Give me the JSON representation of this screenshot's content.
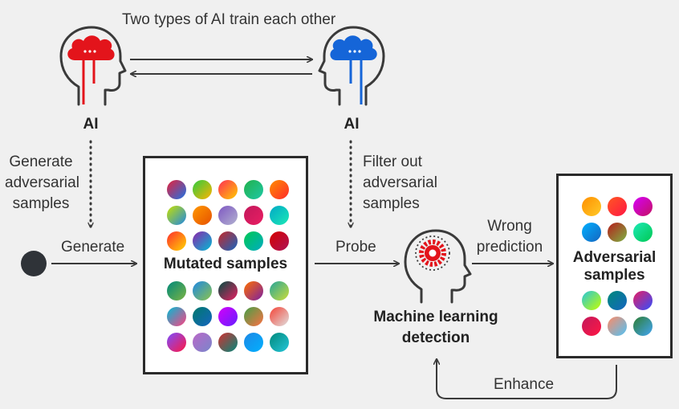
{
  "title": "Two types of AI train each other",
  "ai_left": {
    "label": "AI",
    "brain_color": "#e3141b"
  },
  "ai_right": {
    "label": "AI",
    "brain_color": "#1565d8"
  },
  "generate_adversarial": [
    "Generate",
    "adversarial",
    "samples"
  ],
  "filter_out": [
    "Filter out",
    "adversarial",
    "samples"
  ],
  "generate_label": "Generate",
  "probe_label": "Probe",
  "wrong_prediction": [
    "Wrong",
    "prediction"
  ],
  "enhance_label": "Enhance",
  "mutated_panel": {
    "title": "Mutated samples"
  },
  "adversarial_panel": {
    "title_lines": [
      "Adversarial",
      "samples"
    ]
  },
  "ml_detection": {
    "label_lines": [
      "Machine learning",
      "detection"
    ],
    "gear_color": "#e3141b"
  },
  "colors": {
    "text": "#333333",
    "line": "#3a3a3a",
    "start_dot": "#2f3338",
    "red": "#e3141b",
    "blue": "#1565d8"
  },
  "mutated_samples_top": [
    [
      "#e8213a",
      "#1a73e8"
    ],
    [
      "#2ecc40",
      "#ffb300"
    ],
    [
      "#ff2d55",
      "#ffcc00"
    ],
    [
      "#22b14c",
      "#1ec8a5"
    ],
    [
      "#ff8c00",
      "#ff2b2b"
    ],
    [
      "#c6e000",
      "#1e88e5"
    ],
    [
      "#ff9800",
      "#e65100"
    ],
    [
      "#7e57c2",
      "#b2b2d0"
    ],
    [
      "#c2185b",
      "#e91e63"
    ],
    [
      "#00a8c6",
      "#1de9b6"
    ],
    [
      "#ff2d2d",
      "#ffd600"
    ],
    [
      "#8e24aa",
      "#00bcd4"
    ],
    [
      "#c62828",
      "#1565c0"
    ],
    [
      "#00c853",
      "#00acc1"
    ],
    [
      "#d50000",
      "#ad1457"
    ]
  ],
  "mutated_samples_bottom": [
    [
      "#00897b",
      "#7cb342"
    ],
    [
      "#1e88e5",
      "#8bc34a"
    ],
    [
      "#004d40",
      "#e91e63"
    ],
    [
      "#ff6f00",
      "#7b1fa2"
    ],
    [
      "#26a69a",
      "#cddc39"
    ],
    [
      "#00bcd4",
      "#ff4081"
    ],
    [
      "#00796b",
      "#1565c0"
    ],
    [
      "#d500f9",
      "#651fff"
    ],
    [
      "#43a047",
      "#ff7043"
    ],
    [
      "#f44336",
      "#e0e0e0"
    ],
    [
      "#7c4dff",
      "#ff1744"
    ],
    [
      "#ba68c8",
      "#7986cb"
    ],
    [
      "#d32f2f",
      "#00897b"
    ],
    [
      "#1e88e5",
      "#00b0ff"
    ],
    [
      "#00897b",
      "#26c6da"
    ]
  ],
  "adversarial_samples_top": [
    [
      "#ff8f00",
      "#ffca28"
    ],
    [
      "#ff5722",
      "#ff1744"
    ],
    [
      "#d500f9",
      "#c51162"
    ],
    [
      "#00b0ff",
      "#1565c0"
    ],
    [
      "#b71c1c",
      "#7cb342"
    ],
    [
      "#1de9b6",
      "#00c853"
    ]
  ],
  "adversarial_samples_bottom": [
    [
      "#26c6da",
      "#c6ff00"
    ],
    [
      "#00897b",
      "#1565c0"
    ],
    [
      "#e91e63",
      "#304ffe"
    ],
    [
      "#c2185b",
      "#ff1744"
    ],
    [
      "#ff8a65",
      "#4fc3f7"
    ],
    [
      "#2e7d32",
      "#42a5f5"
    ]
  ]
}
